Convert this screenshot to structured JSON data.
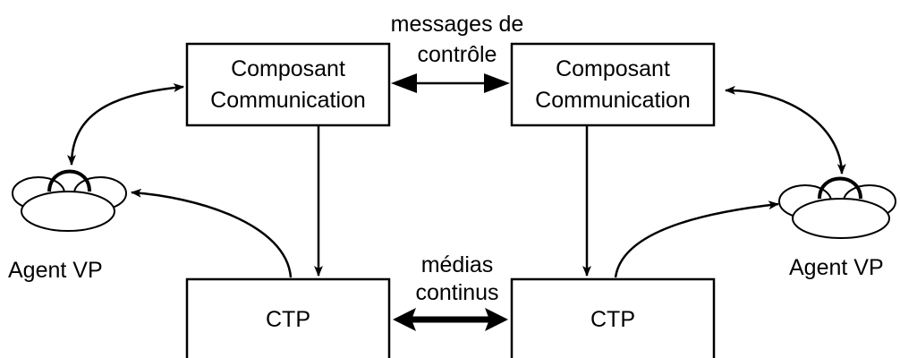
{
  "labels": {
    "control_line1": "messages de",
    "control_line2": "contrôle",
    "media_line1": "médias",
    "media_line2": "continus",
    "agent_left": "Agent VP",
    "agent_right": "Agent VP"
  },
  "nodes": {
    "comp_left": {
      "line1": "Composant",
      "line2": "Communication"
    },
    "comp_right": {
      "line1": "Composant",
      "line2": "Communication"
    },
    "ctp_left": "CTP",
    "ctp_right": "CTP"
  },
  "colors": {
    "stroke": "#000000",
    "fill": "#ffffff"
  }
}
